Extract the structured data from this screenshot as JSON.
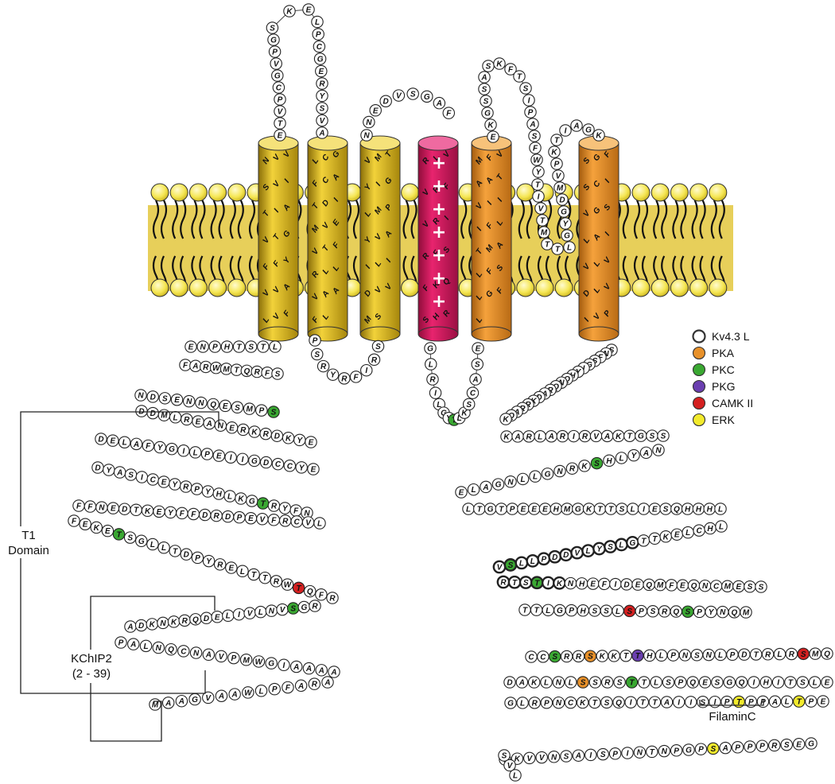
{
  "labels": {
    "t1_line1": "T1",
    "t1_line2": "Domain",
    "kchip_line1": "KChIP2",
    "kchip_line2": "(2 - 39)",
    "filamin": "FilaminC"
  },
  "legend": [
    {
      "label": "Kv4.3 L",
      "color": "#ffffff",
      "ring": "#333333"
    },
    {
      "label": "PKA",
      "color": "#e8912a",
      "ring": "#333333"
    },
    {
      "label": "PKC",
      "color": "#3aa832",
      "ring": "#333333"
    },
    {
      "label": "PKG",
      "color": "#6a3fb0",
      "ring": "#333333"
    },
    {
      "label": "CAMK II",
      "color": "#d42020",
      "ring": "#333333"
    },
    {
      "label": "ERK",
      "color": "#f2ea2c",
      "ring": "#333333"
    }
  ],
  "colors": {
    "membrane_head": "#f5e653",
    "helix_yellow": "#d9b91a",
    "helix_red": "#d4145a",
    "helix_orange": "#e8912a"
  },
  "helices": [
    {
      "id": "S1",
      "letters": [
        "N",
        "V",
        "V",
        "S",
        "V",
        "I",
        "T",
        "I",
        "A",
        "V",
        "T",
        "G",
        "F",
        "F",
        "Y",
        "V",
        "V",
        "A",
        "L",
        "V",
        "F"
      ],
      "color": "yellow"
    },
    {
      "id": "S2",
      "letters": [
        "L",
        "C",
        "G",
        "F",
        "C",
        "A",
        "T",
        "D",
        "I",
        "M",
        "V",
        "E",
        "V",
        "T",
        "F",
        "R",
        "L",
        "L",
        "V",
        "A",
        "A",
        "F",
        "L"
      ],
      "color": "yellow"
    },
    {
      "id": "S3",
      "letters": [
        "V",
        "M",
        "T",
        "Y",
        "I",
        "G",
        "L",
        "M",
        "P",
        "Y",
        "V",
        "A",
        "I",
        "L",
        "I",
        "D",
        "V",
        "V",
        "M",
        "S"
      ],
      "color": "yellow"
    },
    {
      "id": "S4",
      "letters": [
        "R",
        "L",
        "V",
        "V",
        "R",
        "F",
        "V",
        "R",
        "I",
        "R",
        "F",
        "S",
        "F",
        "K",
        "Q",
        "S",
        "H",
        "R"
      ],
      "color": "red"
    },
    {
      "id": "S5",
      "letters": [
        "M",
        "F",
        "V",
        "A",
        "A",
        "T",
        "V",
        "I",
        "I",
        "I",
        "F",
        "L",
        "T",
        "M",
        "A",
        "L",
        "F",
        "S",
        "L",
        "G",
        "F",
        "L"
      ],
      "color": "orange"
    },
    {
      "id": "S6",
      "letters": [
        "S",
        "G",
        "F",
        "S",
        "C",
        "I",
        "V",
        "G",
        "S",
        "L",
        "A",
        "I",
        "V",
        "L",
        "V",
        "D",
        "L",
        "V",
        "I",
        "V",
        "P"
      ],
      "color": "orange"
    }
  ],
  "residues": {
    "loop_s1s2": [
      "E",
      "T",
      "V",
      "P",
      "C",
      "G",
      "V",
      "P",
      "G",
      "S",
      "K",
      "E",
      "L",
      "P",
      "C",
      "G",
      "E",
      "R",
      "Y",
      "S",
      "V",
      "A"
    ],
    "loop_s3s4": [
      "N",
      "N",
      "E",
      "D",
      "V",
      "S",
      "G",
      "A",
      "F"
    ],
    "loop_s5s6": [
      "E",
      "K",
      "G",
      "S",
      "S",
      "A",
      "S",
      "K",
      "F",
      "T",
      "S",
      "I",
      "P",
      "A",
      "S",
      "F",
      "W",
      "Y",
      "T",
      "I",
      "V",
      "T",
      "M",
      "T",
      "T",
      "L",
      "G",
      "Y",
      "G",
      "D",
      "M",
      "V",
      "P",
      "K",
      "T",
      "I",
      "A",
      "G",
      "K"
    ],
    "loop_s2s3": [
      "P",
      "S",
      "R",
      "Y",
      "R",
      "F",
      "I",
      "R",
      "S"
    ],
    "loop_s4s5": [
      "G",
      "L",
      "R",
      "I",
      "L",
      "G",
      "Y",
      "T",
      "L",
      "K",
      "S",
      "C",
      "A",
      "S",
      "E"
    ],
    "n_row1": [
      "E",
      "N",
      "P",
      "H",
      "T",
      "S",
      "T",
      "L"
    ],
    "n_row2": [
      "F",
      "A",
      "R",
      "W",
      "M",
      "T",
      "Q",
      "R",
      "F",
      "S"
    ],
    "n_row3": [
      "N",
      "D",
      "S",
      "E",
      "N",
      "N",
      "Q",
      "E",
      "S",
      "M",
      "P",
      "S"
    ],
    "n_row4": [
      "D",
      "D",
      "M",
      "L",
      "R",
      "E",
      "A",
      "N",
      "E",
      "R",
      "K",
      "R",
      "D",
      "K",
      "Y",
      "E"
    ],
    "n_row5": [
      "D",
      "E",
      "L",
      "A",
      "F",
      "Y",
      "G",
      "I",
      "L",
      "P",
      "E",
      "I",
      "I",
      "G",
      "D",
      "C",
      "C",
      "Y",
      "E"
    ],
    "n_row6": [
      "D",
      "Y",
      "A",
      "S",
      "I",
      "C",
      "E",
      "Y",
      "R",
      "P",
      "Y",
      "H",
      "L",
      "K",
      "G",
      "T",
      "R",
      "Y",
      "F",
      "N"
    ],
    "n_row7": [
      "F",
      "F",
      "N",
      "E",
      "D",
      "T",
      "K",
      "E",
      "Y",
      "F",
      "F",
      "D",
      "R",
      "D",
      "P",
      "E",
      "V",
      "F",
      "R",
      "C",
      "V",
      "L"
    ],
    "n_row8": [
      "F",
      "E",
      "K",
      "E",
      "T",
      "S",
      "G",
      "L",
      "L",
      "T",
      "D",
      "P",
      "Y",
      "R",
      "E",
      "L",
      "T",
      "T",
      "R",
      "W",
      "T",
      "Q",
      "F",
      "R"
    ],
    "n_row9": [
      "A",
      "D",
      "K",
      "N",
      "K",
      "R",
      "Q",
      "D",
      "E",
      "L",
      "I",
      "V",
      "L",
      "N",
      "V",
      "S",
      "G",
      "R"
    ],
    "n_row10": [
      "P",
      "A",
      "L",
      "N",
      "Q",
      "C",
      "N",
      "A",
      "V",
      "P",
      "M",
      "W",
      "G",
      "I",
      "A",
      "A",
      "A",
      "A"
    ],
    "n_row11": [
      "M",
      "A",
      "A",
      "G",
      "V",
      "A",
      "A",
      "W",
      "L",
      "P",
      "F",
      "A",
      "R",
      "A"
    ],
    "c_row1": [
      "S",
      "N",
      "F",
      "S",
      "G",
      "I",
      "Y",
      "H",
      "Q",
      "N",
      "Q",
      "R",
      "A",
      "D",
      "K",
      "R",
      "R",
      "A",
      "Q",
      "K"
    ],
    "c_row2": [
      "K",
      "A",
      "R",
      "L",
      "A",
      "R",
      "I",
      "R",
      "V",
      "A",
      "K",
      "T",
      "G",
      "S",
      "S"
    ],
    "c_row3": [
      "E",
      "L",
      "A",
      "G",
      "N",
      "L",
      "L",
      "G",
      "N",
      "R",
      "K",
      "S",
      "H",
      "L",
      "Y",
      "A",
      "N"
    ],
    "c_row4": [
      "L",
      "T",
      "G",
      "T",
      "P",
      "E",
      "E",
      "E",
      "H",
      "M",
      "G",
      "K",
      "T",
      "T",
      "S",
      "L",
      "I",
      "E",
      "S",
      "Q",
      "H",
      "H",
      "H",
      "L"
    ],
    "c_row5": [
      "V",
      "S",
      "L",
      "L",
      "P",
      "D",
      "D",
      "V",
      "L",
      "Y",
      "S",
      "L",
      "G",
      "T",
      "T",
      "K",
      "E",
      "L",
      "C",
      "H",
      "L"
    ],
    "c_row6": [
      "R",
      "T",
      "S",
      "T",
      "I",
      "K",
      "N",
      "H",
      "E",
      "F",
      "I",
      "D",
      "E",
      "Q",
      "M",
      "F",
      "E",
      "Q",
      "N",
      "C",
      "M",
      "E",
      "S",
      "S"
    ],
    "c_row7": [
      "T",
      "T",
      "L",
      "G",
      "P",
      "H",
      "S",
      "S",
      "L",
      "S",
      "P",
      "S",
      "R",
      "Q",
      "S",
      "P",
      "Y",
      "N",
      "Q",
      "M"
    ],
    "c_row8": [
      "C",
      "C",
      "S",
      "R",
      "R",
      "S",
      "K",
      "K",
      "T",
      "T",
      "H",
      "L",
      "P",
      "N",
      "S",
      "N",
      "L",
      "P",
      "D",
      "T",
      "R",
      "L",
      "R",
      "S",
      "M",
      "Q"
    ],
    "c_row9": [
      "D",
      "A",
      "K",
      "L",
      "N",
      "L",
      "S",
      "S",
      "R",
      "S",
      "T",
      "T",
      "L",
      "S",
      "P",
      "Q",
      "E",
      "S",
      "G",
      "Q",
      "I",
      "H",
      "I",
      "T",
      "S",
      "L",
      "E"
    ],
    "c_row10": [
      "G",
      "L",
      "R",
      "P",
      "N",
      "C",
      "K",
      "T",
      "S",
      "Q",
      "I",
      "T",
      "T",
      "A",
      "I",
      "I",
      "S",
      "I",
      "P",
      "T",
      "P",
      "P",
      "A",
      "L",
      "T",
      "P",
      "E"
    ],
    "c_row11": [
      "V",
      "K",
      "V",
      "V",
      "N",
      "S",
      "A",
      "I",
      "S",
      "P",
      "I",
      "N",
      "T",
      "N",
      "P",
      "G",
      "P",
      "S",
      "A",
      "P",
      "P",
      "P",
      "R",
      "S",
      "E",
      "G"
    ],
    "c_tail": [
      "S",
      "V",
      "L"
    ]
  }
}
